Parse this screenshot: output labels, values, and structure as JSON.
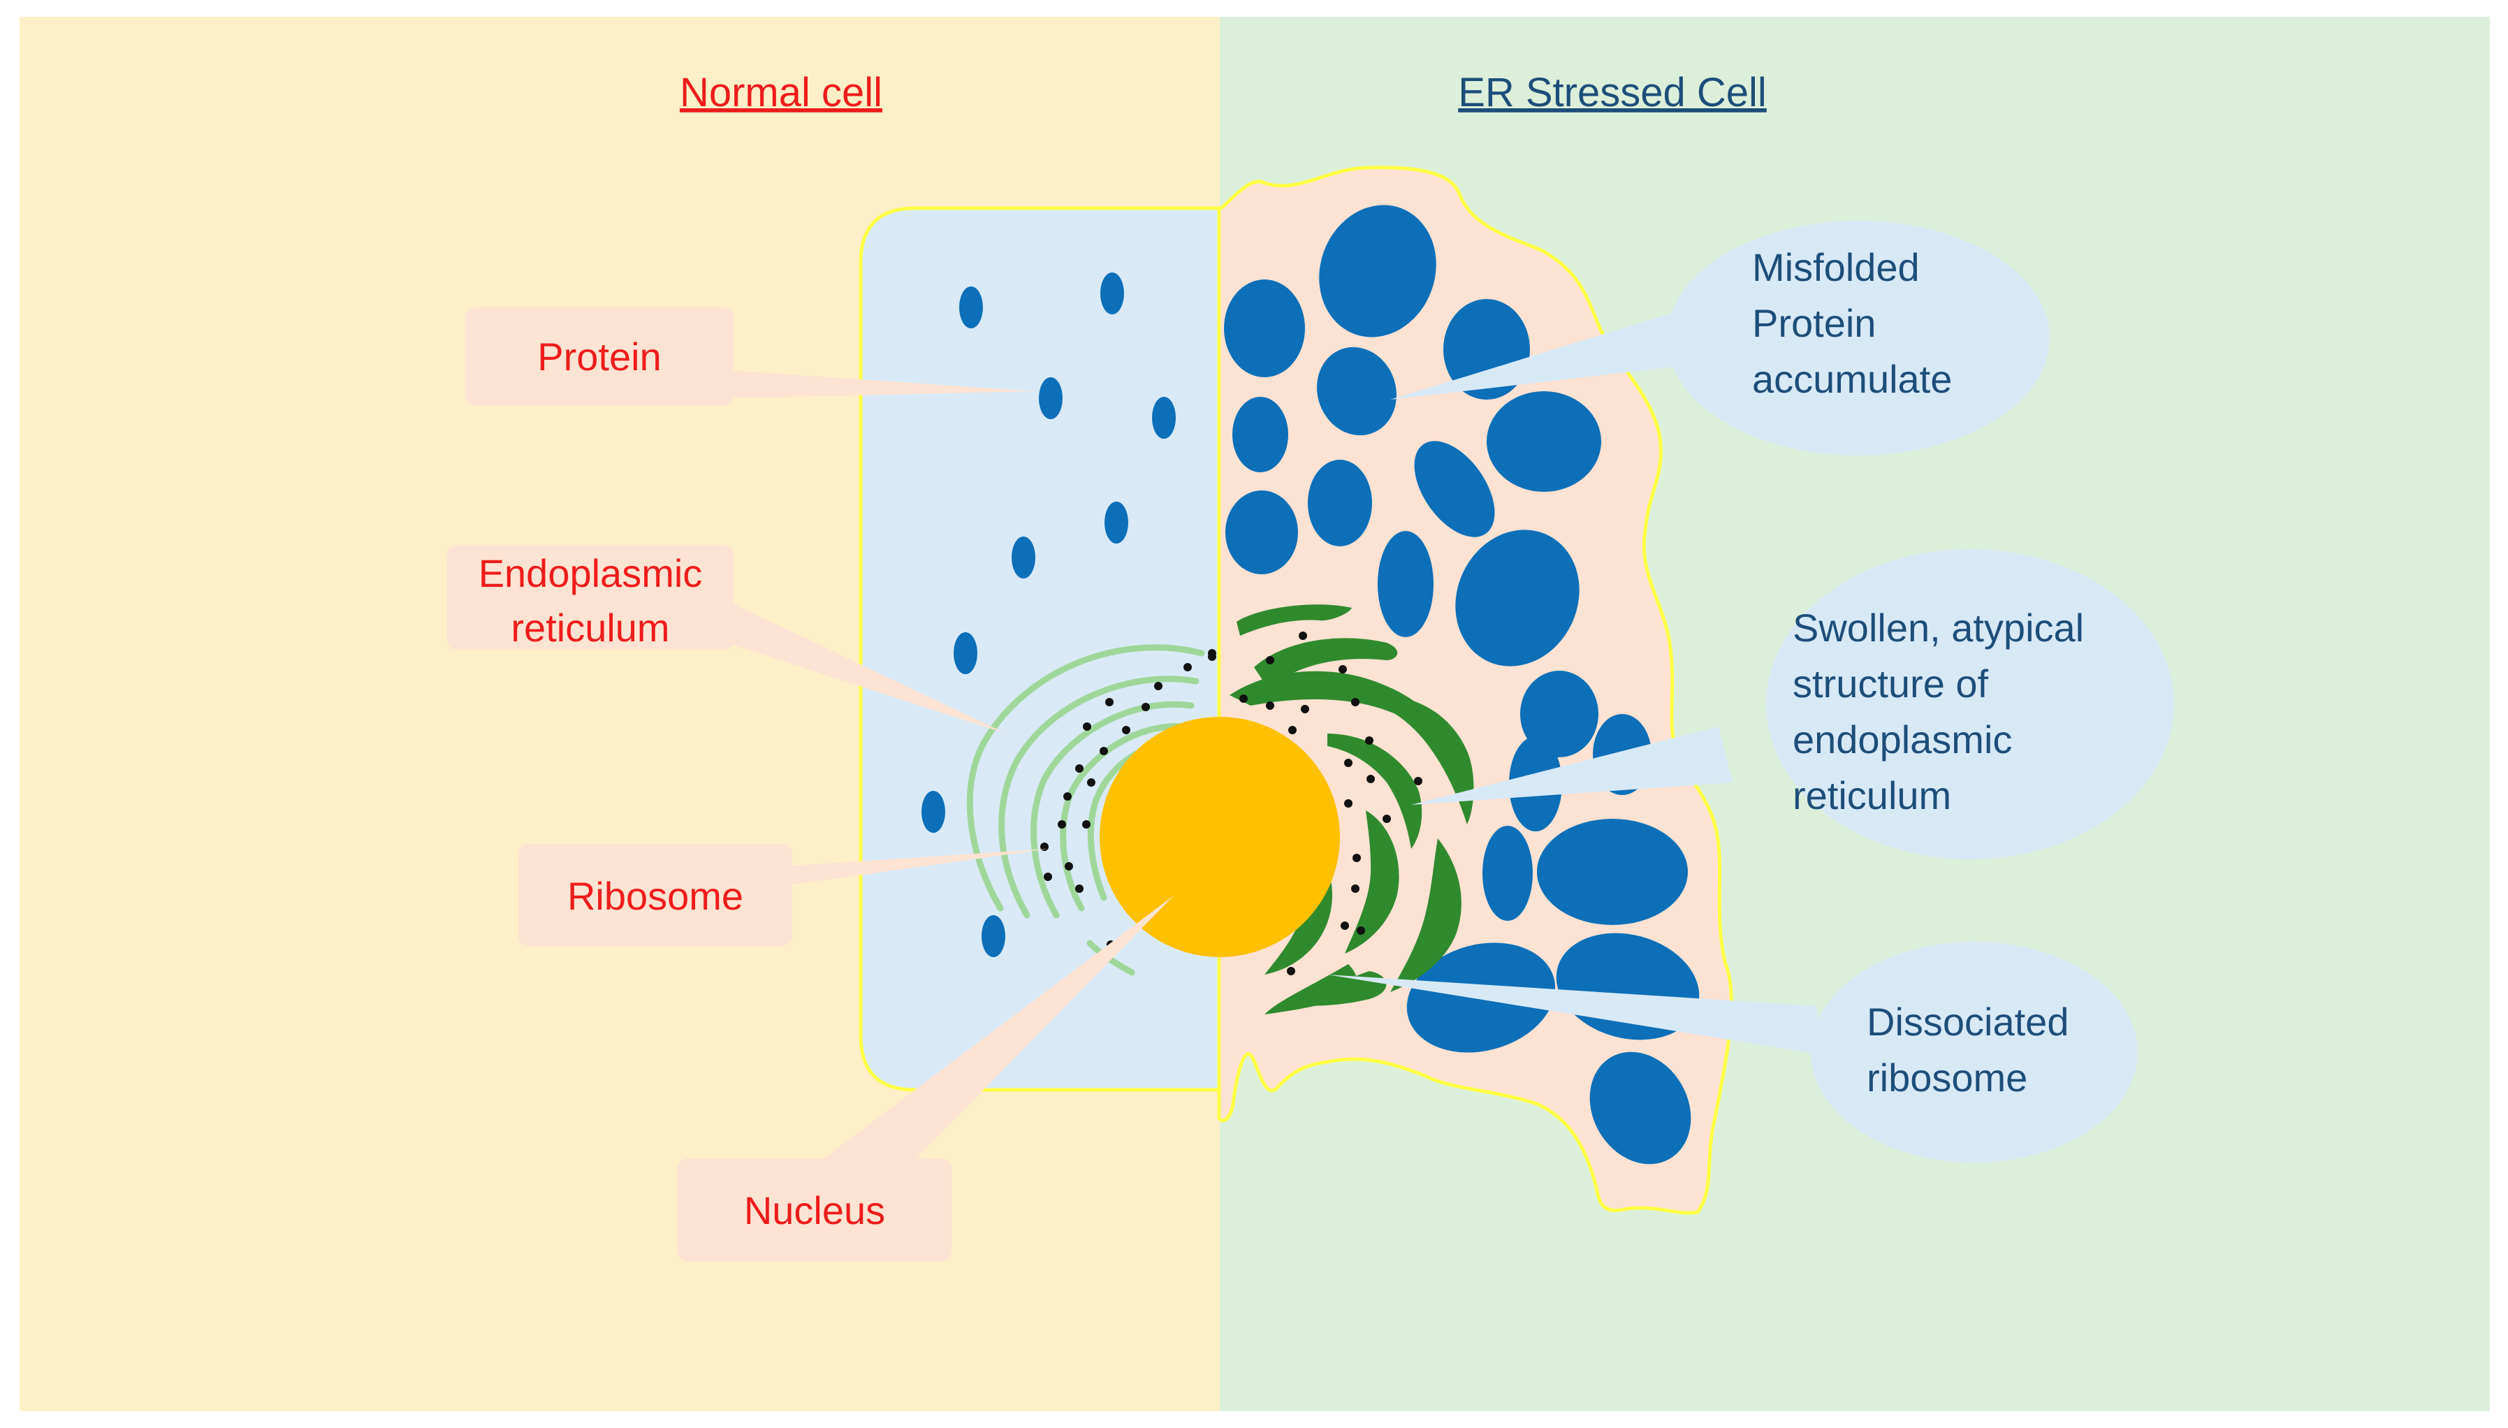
{
  "headings": {
    "normal": "Normal cell",
    "stressed": "ER Stressed Cell"
  },
  "labels": {
    "protein": "Protein",
    "er_line1": "Endoplasmic",
    "er_line2": "reticulum",
    "ribosome": "Ribosome",
    "nucleus": "Nucleus",
    "misfolded_line1": "Misfolded",
    "misfolded_line2": "Protein",
    "misfolded_line3": "accumulate",
    "swollen_line1": "Swollen, atypical",
    "swollen_line2": "structure of",
    "swollen_line3": "endoplasmic",
    "swollen_line4": "reticulum",
    "dissociated_line1": "Dissociated",
    "dissociated_line2": "ribosome"
  },
  "colors": {
    "normal_background": "#fdefc8",
    "stressed_background": "#dcefda",
    "normal_cell_fill": "#d9eaf6",
    "stressed_cell_fill": "#fbe2d3",
    "membrane": "#ffff44",
    "protein": "#0c6fb8",
    "er_normal": "#9fd79a",
    "er_stressed": "#2f8a2d",
    "nucleus": "#ffc000",
    "ribosome": "#111111",
    "callout_normal": "#fde3d3",
    "callout_stressed": "#d8e9f6",
    "text_normal": "#ee1c1c",
    "text_stressed": "#1d4e79"
  }
}
